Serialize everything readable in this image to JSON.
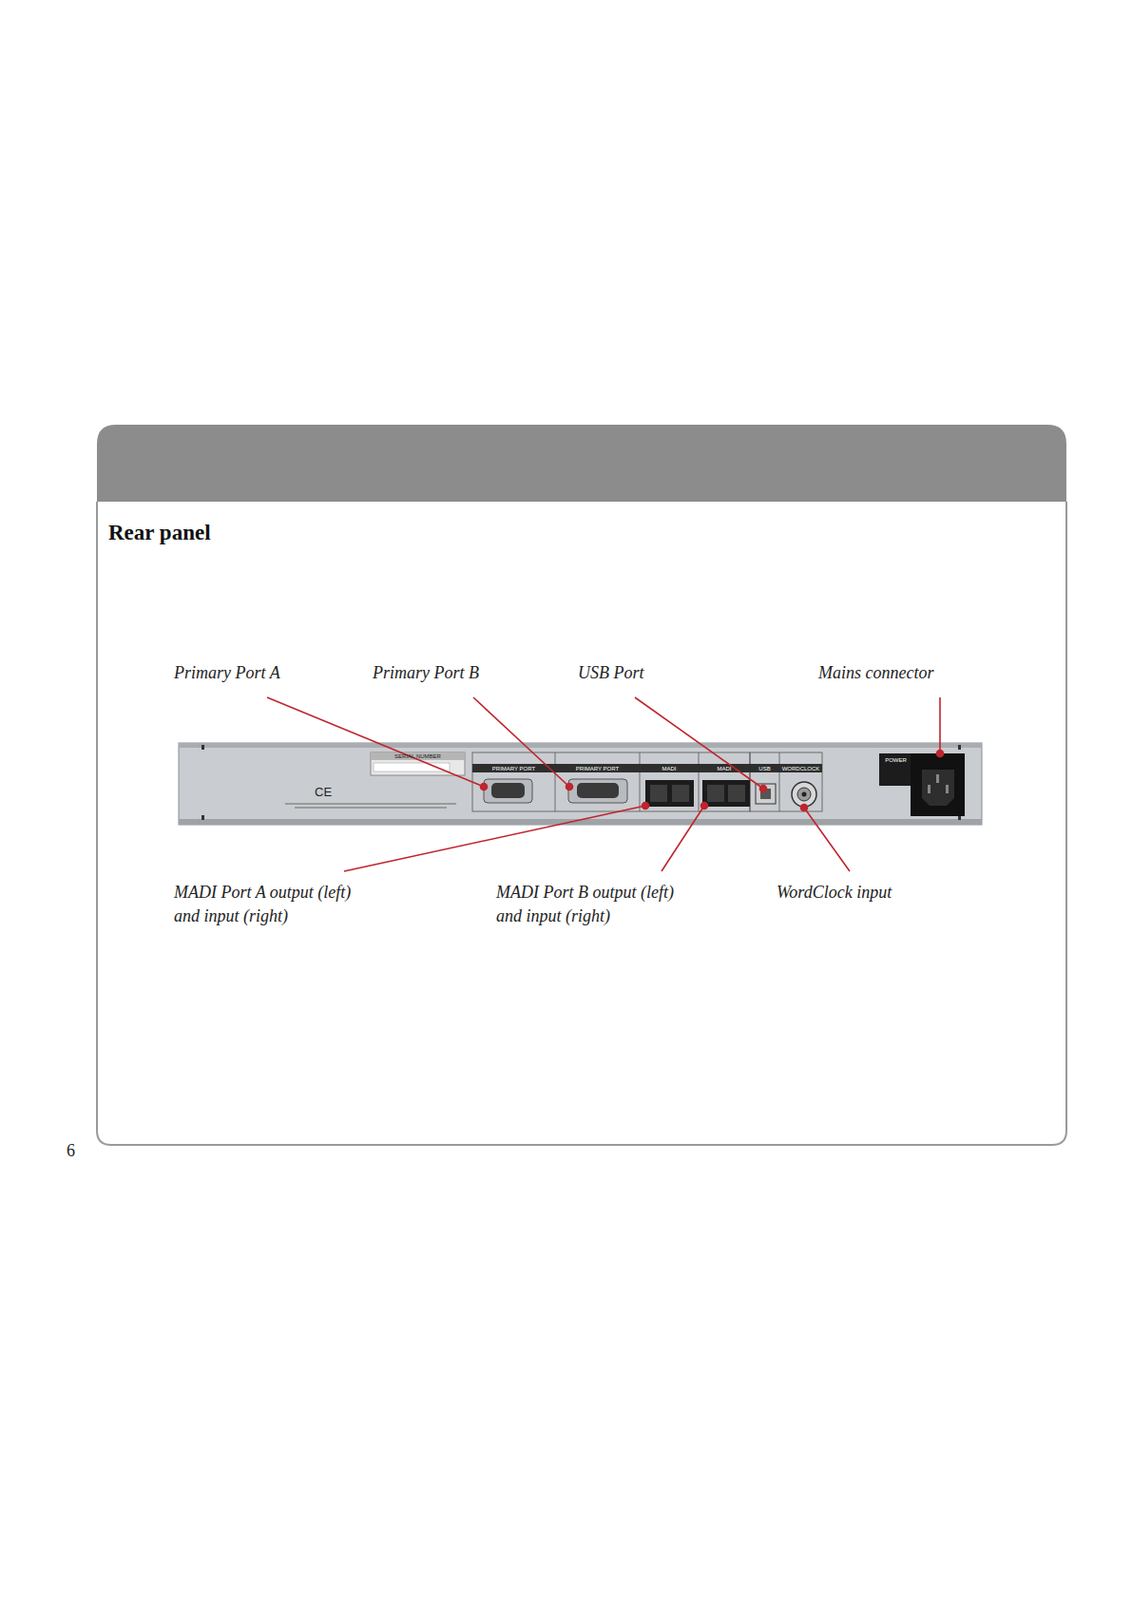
{
  "diagram": {
    "title": "Rear panel",
    "labels": [
      "Primary Port A",
      "Primary Port B",
      "USB Port",
      "Mains connector",
      "MADI Port A output (left) and input (right)",
      "MADI Port B output (left) and input (right)",
      "WordClock input",
      "6",
      "SERIAL NUMBER",
      "PRIMARY PORT",
      "PRIMARY PORT",
      "MADI",
      "MADI",
      "USB",
      "WORDCLOCK",
      "POWER",
      "CE"
    ]
  }
}
